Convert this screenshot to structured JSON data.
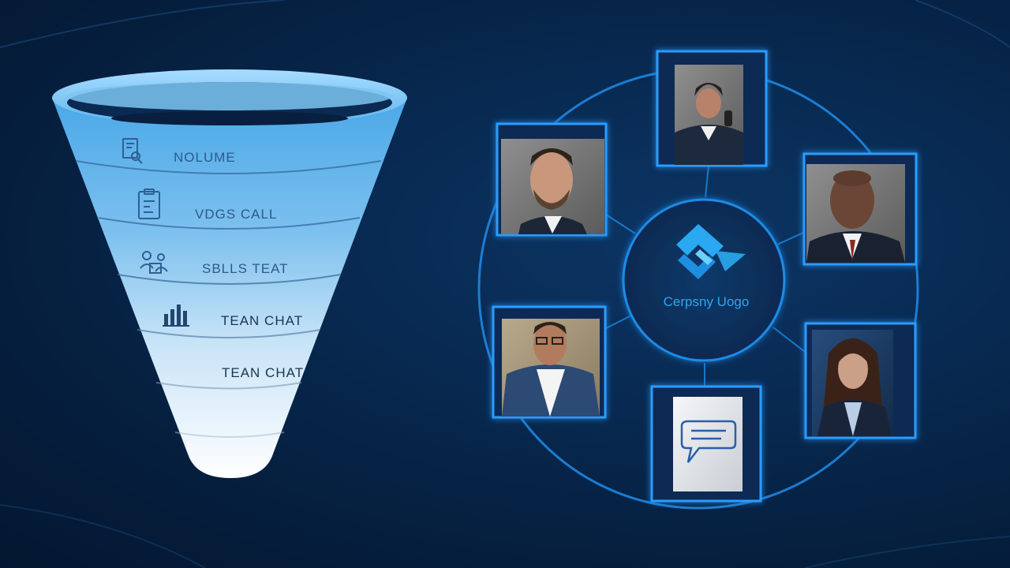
{
  "funnel": {
    "stages": [
      {
        "label": "NOLUME",
        "icon": "document-magnifier-icon"
      },
      {
        "label": "VDGS CALL",
        "icon": "clipboard-icon"
      },
      {
        "label": "SBLLS TEAT",
        "icon": "team-icon"
      },
      {
        "label": "TEAN CHAT",
        "icon": "bar-chart-icon"
      },
      {
        "label": "TEAN CHAT",
        "icon": ""
      }
    ]
  },
  "hub": {
    "logo_text": "Cerpsny Uogo",
    "logo_icon": "company-logo-icon"
  },
  "nodes": [
    {
      "name": "person-woman-phone",
      "kind": "photo"
    },
    {
      "name": "person-man-beard",
      "kind": "photo"
    },
    {
      "name": "person-man-bald",
      "kind": "photo"
    },
    {
      "name": "person-man-glasses",
      "kind": "photo"
    },
    {
      "name": "person-woman-long-hair",
      "kind": "photo"
    },
    {
      "name": "chat-document",
      "kind": "chat-icon"
    }
  ],
  "colors": {
    "background": "#061e3c",
    "accent": "#1a8fe0",
    "frame_glow": "#2b9cff",
    "funnel_top": "#5cb6ee",
    "funnel_bottom": "#ffffff"
  }
}
